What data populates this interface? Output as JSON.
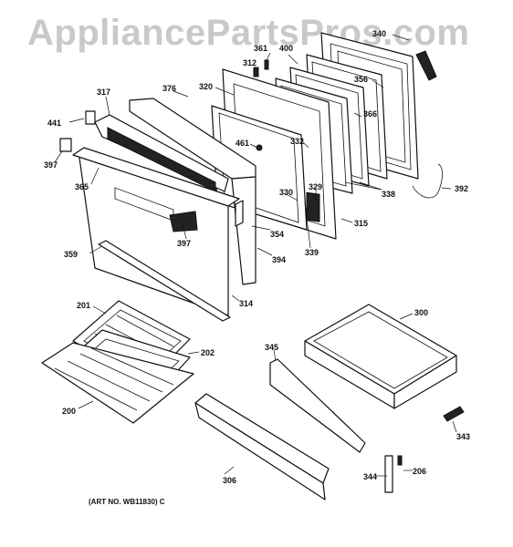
{
  "watermark": "AppliancePartsPros.com",
  "art_number": "(ART NO. WB11830) C",
  "callouts": [
    "340",
    "361",
    "400",
    "312",
    "356",
    "320",
    "366",
    "376",
    "317",
    "332",
    "441",
    "461",
    "397",
    "365",
    "330",
    "329",
    "392",
    "338",
    "315",
    "354",
    "397",
    "339",
    "359",
    "394",
    "314",
    "300",
    "201",
    "345",
    "202",
    "200",
    "343",
    "306",
    "344",
    "206"
  ]
}
